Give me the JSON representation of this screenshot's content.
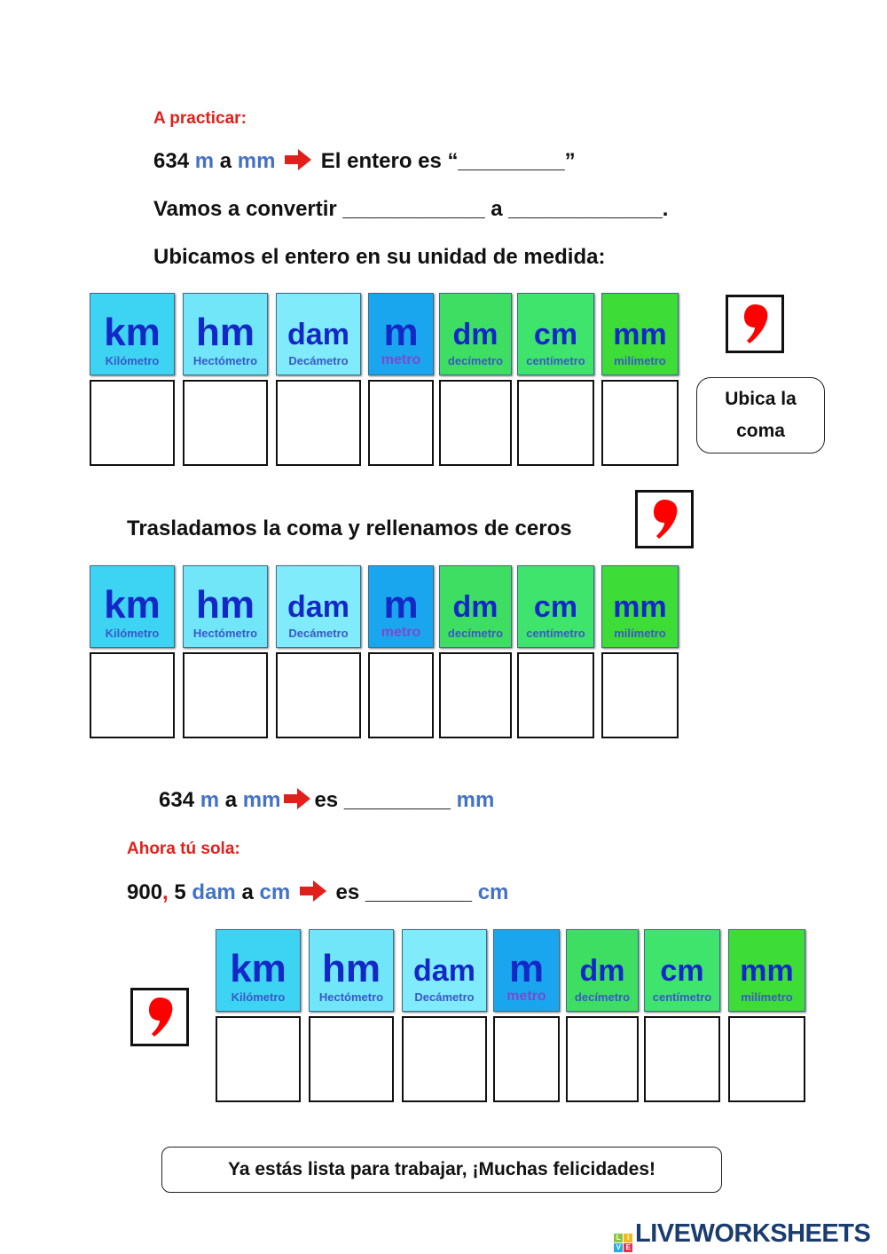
{
  "section1": {
    "heading": "A practicar:",
    "line1": {
      "num": "634",
      "from": "m",
      "a": "a",
      "to": "mm",
      "text": "El entero es “_________”"
    },
    "line2": "Vamos a convertir ____________ a _____________.",
    "line3": "Ubicamos el entero en su unidad de medida:",
    "place_comma_button": [
      "Ubica la",
      "coma"
    ]
  },
  "section2": {
    "heading": "Trasladamos la coma y rellenamos de ceros",
    "result": {
      "num": "634",
      "from": "m",
      "a": "a",
      "to": "mm",
      "es": "es",
      "blank": "_________",
      "unit": "mm"
    }
  },
  "section3": {
    "heading": "Ahora tú sola:",
    "problem": {
      "num": "900",
      "comma": ",",
      "dec": " 5",
      "from": "dam",
      "a": "a",
      "to": "cm",
      "es": "es",
      "blank": "_________",
      "unit": "cm"
    }
  },
  "footer": {
    "message": "Ya estás lista para trabajar, ¡Muchas felicidades!"
  },
  "units": [
    {
      "abbr": "km",
      "name": "Kilómetro",
      "color": "#3dd4f4"
    },
    {
      "abbr": "hm",
      "name": "Hectómetro",
      "color": "#70e6f8"
    },
    {
      "abbr": "dam",
      "name": "Decámetro",
      "color": "#80ebfa"
    },
    {
      "abbr": "m",
      "name": "metro",
      "color": "#1aa6ee"
    },
    {
      "abbr": "dm",
      "name": "decímetro",
      "color": "#3ede62"
    },
    {
      "abbr": "cm",
      "name": "centímetro",
      "color": "#3ee46c"
    },
    {
      "abbr": "mm",
      "name": "milímetro",
      "color": "#3ddc36"
    }
  ],
  "colors": {
    "accent_red": "#e0201a",
    "unit_blue": "#4472c4"
  },
  "logo": {
    "text": "LIVEWORKSHEETS",
    "letters": [
      "L",
      "I",
      "V",
      "E"
    ]
  }
}
